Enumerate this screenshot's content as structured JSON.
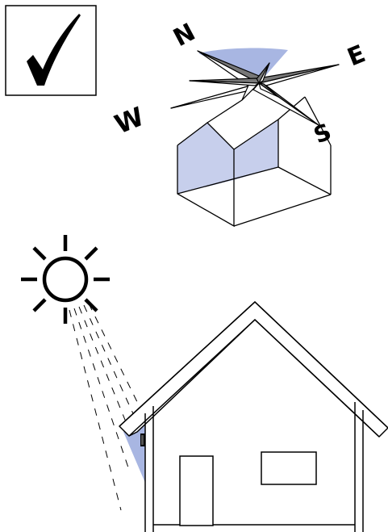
{
  "checkbox": {
    "state": "checked",
    "icon": "checkmark-icon"
  },
  "compass": {
    "north": "N",
    "east": "E",
    "south": "S",
    "west": "W",
    "icon": "compass-rose-icon"
  },
  "sun": {
    "icon": "sun-icon"
  },
  "colors": {
    "shade": "#c7cfec",
    "sector": "#a8b6e2",
    "line": "#000000",
    "wall_fill": "#ffffff"
  }
}
